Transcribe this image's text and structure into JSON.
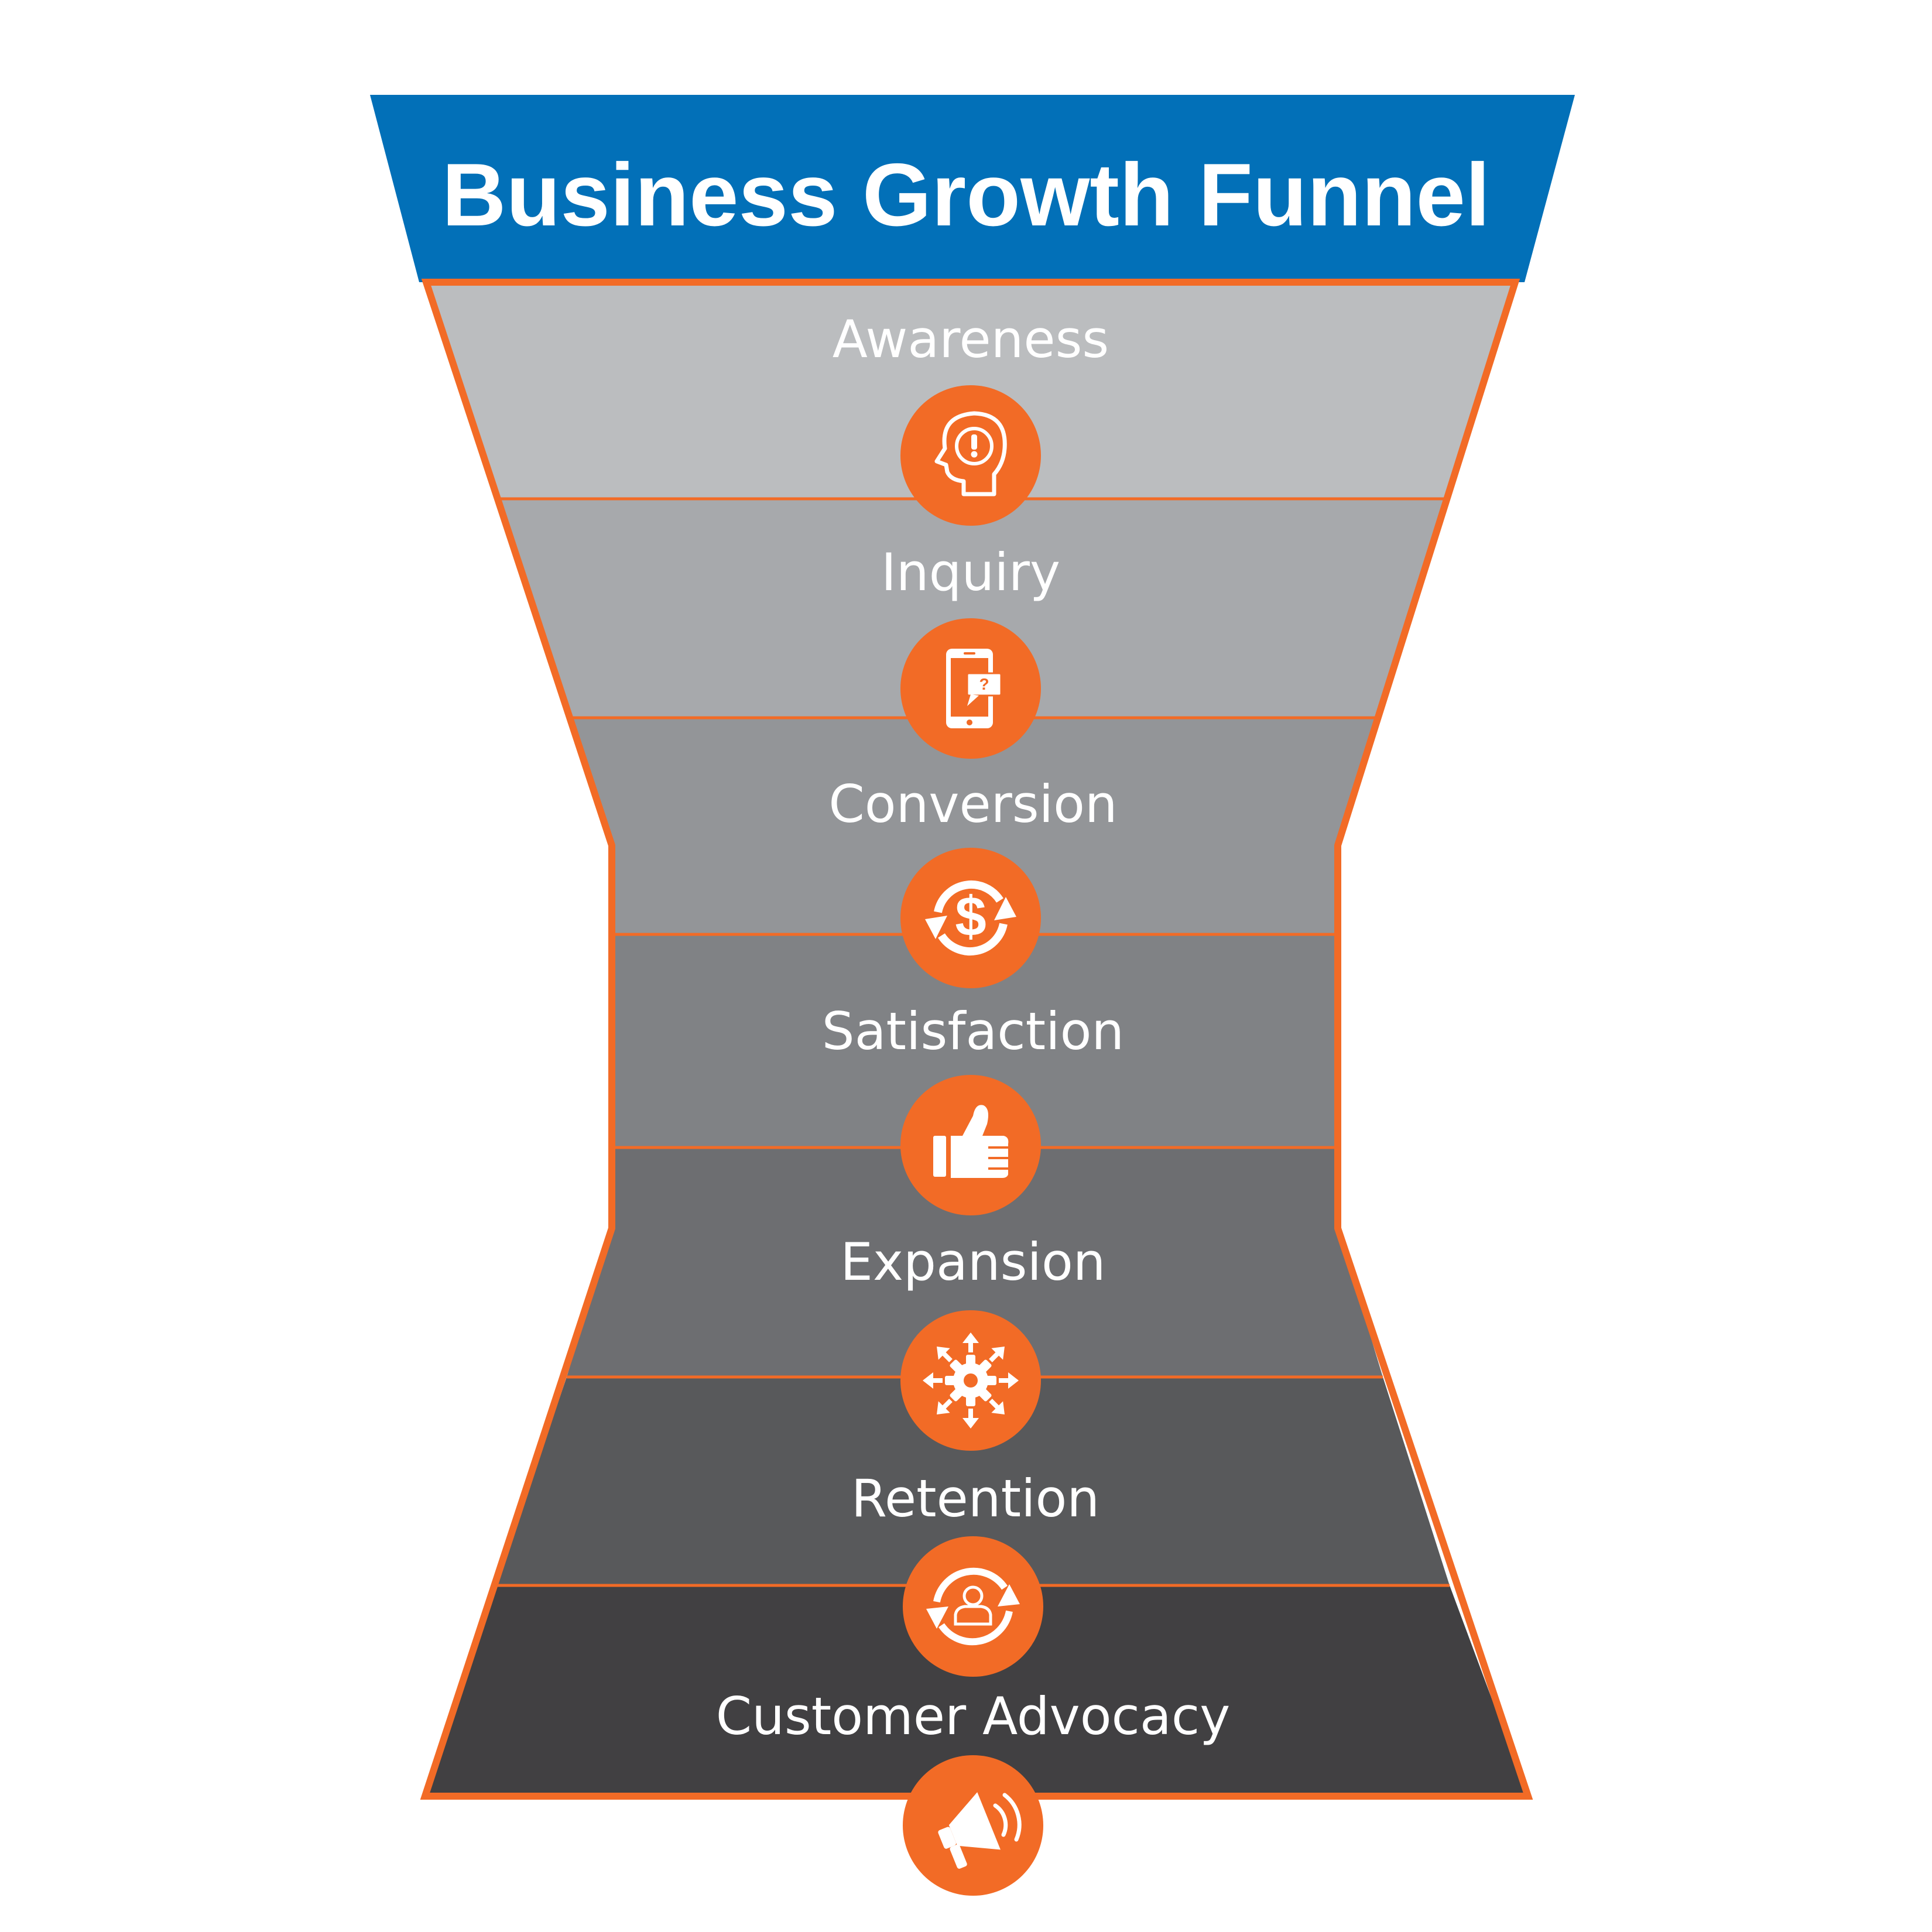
{
  "title": "Business Growth Funnel",
  "colors": {
    "header": "#0270B8",
    "accent": "#F26B26",
    "background": "#FFFFFF"
  },
  "stages": [
    {
      "label": "Awareness",
      "icon": "head-exclamation-icon",
      "fill": "#BBBDBF"
    },
    {
      "label": "Inquiry",
      "icon": "phone-question-icon",
      "fill": "#A7A9AC"
    },
    {
      "label": "Conversion",
      "icon": "dollar-cycle-icon",
      "fill": "#939598"
    },
    {
      "label": "Satisfaction",
      "icon": "thumbs-up-icon",
      "fill": "#808285"
    },
    {
      "label": "Expansion",
      "icon": "expand-arrows-icon",
      "fill": "#6D6E71"
    },
    {
      "label": "Retention",
      "icon": "person-cycle-icon",
      "fill": "#58595B"
    },
    {
      "label": "Customer Advocacy",
      "icon": "megaphone-icon",
      "fill": "#414042"
    }
  ]
}
